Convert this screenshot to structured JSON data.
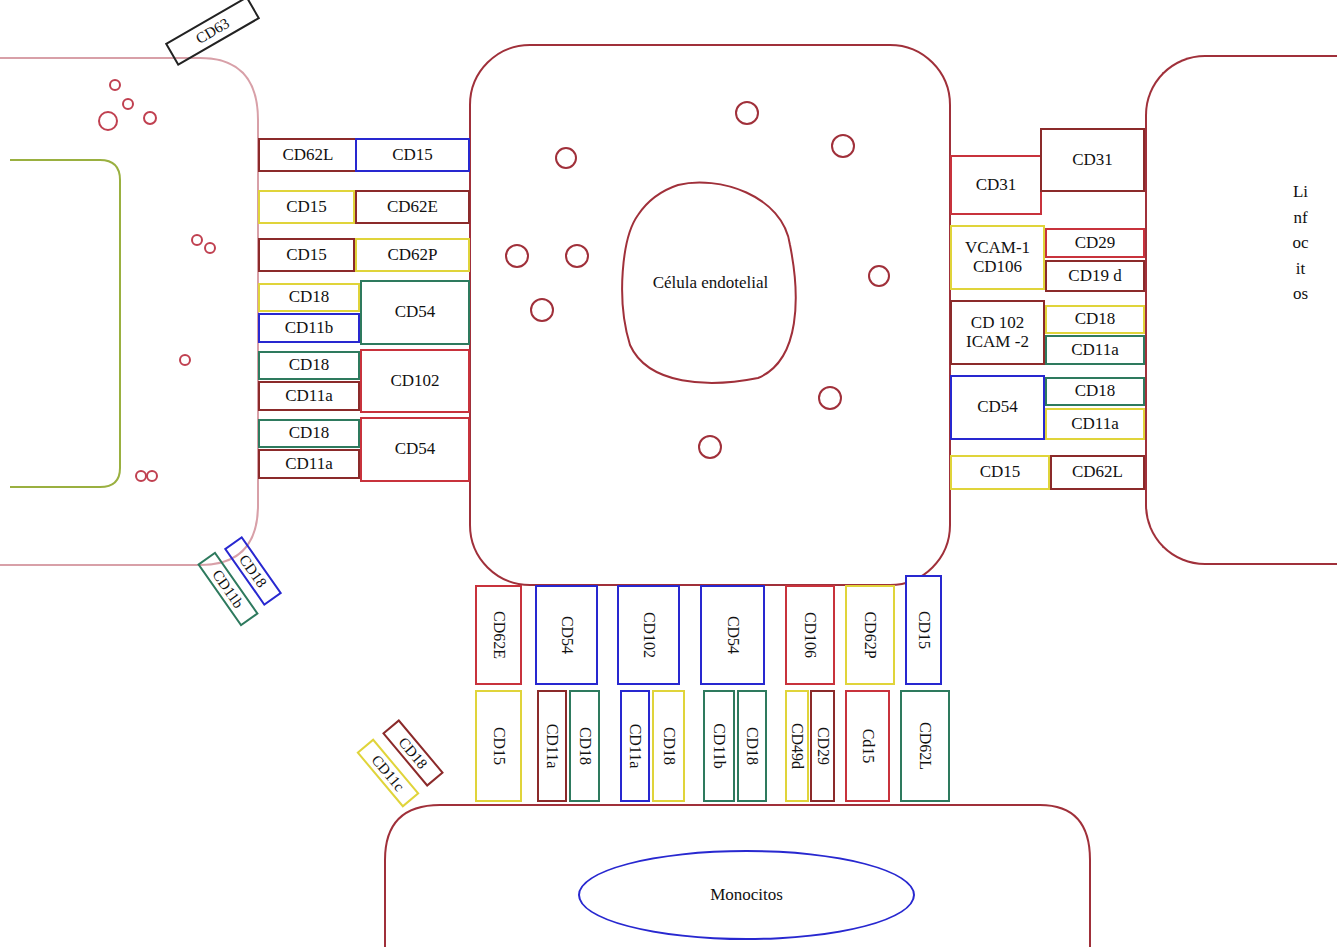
{
  "diagram": {
    "nodes": [
      {
        "text": [
          "CD63"
        ]
      },
      {
        "text": [
          "CD62L"
        ]
      },
      {
        "text": [
          "CD15"
        ]
      },
      {
        "text": [
          "CD15"
        ]
      },
      {
        "text": [
          "CD62E"
        ]
      },
      {
        "text": [
          "CD15"
        ]
      },
      {
        "text": [
          "CD62P"
        ]
      },
      {
        "text": [
          "CD18"
        ]
      },
      {
        "text": [
          "CD11b"
        ]
      },
      {
        "text": [
          "CD54"
        ]
      },
      {
        "text": [
          "CD18"
        ]
      },
      {
        "text": [
          "CD11a"
        ]
      },
      {
        "text": [
          "CD102"
        ]
      },
      {
        "text": [
          "CD18"
        ]
      },
      {
        "text": [
          "CD11a"
        ]
      },
      {
        "text": [
          "CD54"
        ]
      },
      {
        "text": [
          "CD18"
        ]
      },
      {
        "text": [
          "CD11b"
        ]
      },
      {
        "text": [
          "Célula endotelial"
        ]
      },
      {
        "text": [
          "CD31"
        ]
      },
      {
        "text": [
          "CD31"
        ]
      },
      {
        "text": [
          "VCAM-1 CD106"
        ]
      },
      {
        "text": [
          "CD29"
        ]
      },
      {
        "text": [
          "CD19 d"
        ]
      },
      {
        "text": [
          "CD 102 ICAM -2"
        ]
      },
      {
        "text": [
          "CD18"
        ]
      },
      {
        "text": [
          "CD11a"
        ]
      },
      {
        "text": [
          "CD54"
        ]
      },
      {
        "text": [
          "CD18"
        ]
      },
      {
        "text": [
          "CD11a"
        ]
      },
      {
        "text": [
          "CD15"
        ]
      },
      {
        "text": [
          "CD62L"
        ]
      },
      {
        "text": [
          "Linfocitos"
        ]
      },
      {
        "text": [
          "CD62E"
        ]
      },
      {
        "text": [
          "CD54"
        ]
      },
      {
        "text": [
          "CD102"
        ]
      },
      {
        "text": [
          "CD54"
        ]
      },
      {
        "text": [
          "CD106"
        ]
      },
      {
        "text": [
          "CD62P"
        ]
      },
      {
        "text": [
          "CD15"
        ]
      },
      {
        "text": [
          "CD18"
        ]
      },
      {
        "text": [
          "CD11c"
        ]
      },
      {
        "text": [
          "CD15"
        ]
      },
      {
        "text": [
          "CD11a"
        ]
      },
      {
        "text": [
          "CD18"
        ]
      },
      {
        "text": [
          "CD11a"
        ]
      },
      {
        "text": [
          "CD18"
        ]
      },
      {
        "text": [
          "CD11b"
        ]
      },
      {
        "text": [
          "CD18"
        ]
      },
      {
        "text": [
          "CD49d"
        ]
      },
      {
        "text": [
          "CD29"
        ]
      },
      {
        "text": [
          "Cd15"
        ]
      },
      {
        "text": [
          "CD62L"
        ]
      },
      {
        "text": [
          "Monocitos"
        ]
      }
    ]
  }
}
